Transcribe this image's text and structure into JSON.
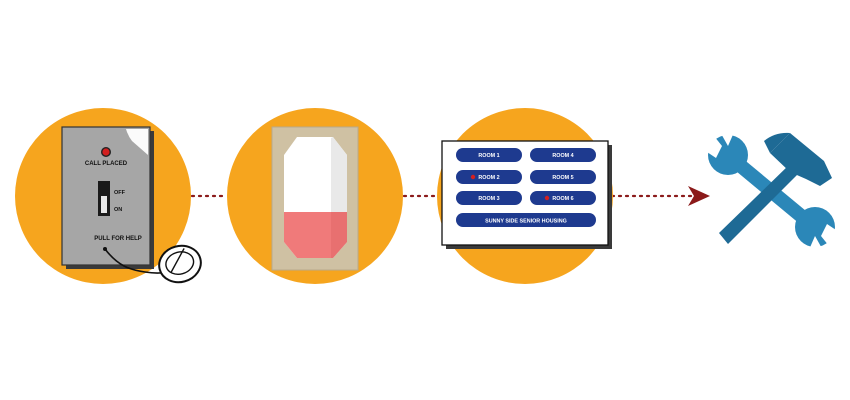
{
  "colors": {
    "circle": "#F6A51E",
    "connector": "#8B1A1A",
    "plate": "#A6A6A6",
    "panel_button": "#1E3A8F",
    "strobe_red": "#F07A7A",
    "wrench": "#2B87B8",
    "hammer": "#1E6A95",
    "alert_dot": "#D32020"
  },
  "icons": {
    "step1": "pull-cord-call-switch-icon",
    "step2": "strobe-light-icon",
    "step3": "annunciator-panel-icon",
    "step4": "wrench-hammer-tools-icon"
  },
  "call_switch": {
    "indicator_label": "CALL PLACED",
    "off_label": "OFF",
    "on_label": "ON",
    "pull_label": "PULL FOR HELP"
  },
  "panel": {
    "rooms": [
      {
        "label": "ROOM 1",
        "alert": false
      },
      {
        "label": "ROOM 4",
        "alert": false
      },
      {
        "label": "ROOM 2",
        "alert": true
      },
      {
        "label": "ROOM 5",
        "alert": false
      },
      {
        "label": "ROOM 3",
        "alert": false
      },
      {
        "label": "ROOM 6",
        "alert": true
      }
    ],
    "facility_label": "SUNNY SIDE SENIOR HOUSING"
  }
}
